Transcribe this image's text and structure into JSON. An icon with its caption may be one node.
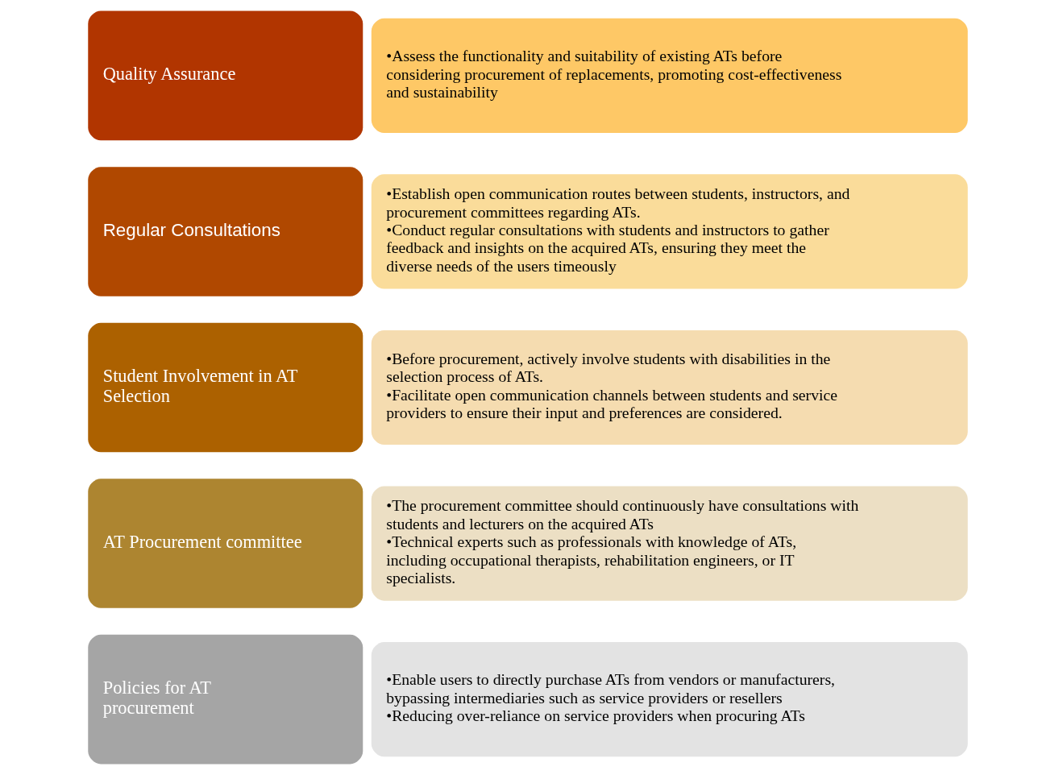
{
  "diagram": {
    "nodes": [
      {
        "text": [
          "Policies for AT procurement"
        ]
      },
      {
        "text": [
          "•Enable users to directly purchase ATs from vendors or manufacturers, bypassing intermediaries such as service providers or resellers",
          "•Reducing over-reliance on service providers when procuring ATs"
        ]
      },
      {
        "text": [
          "AT Procurement committee"
        ]
      },
      {
        "text": [
          "•The procurement committee should continuously have consultations with students and lecturers on the acquired ATs",
          "•Technical experts such as professionals with knowledge of ATs, including occupational therapists, rehabilitation engineers, or IT specialists."
        ]
      },
      {
        "text": [
          "Student Involvement in AT Selection"
        ]
      },
      {
        "text": [
          "•Before procurement, actively involve students with disabilities in the selection process of ATs.",
          "•Facilitate open communication channels between students and service providers to ensure their input and preferences are considered."
        ]
      },
      {
        "text": [
          "Regular Consultations"
        ]
      },
      {
        "text": [
          "•Establish open communication routes between students, instructors, and procurement committees regarding ATs.",
          "•Conduct regular consultations with students and instructors to gather feedback and insights on the acquired ATs, ensuring they meet the diverse needs of the users timeously"
        ]
      },
      {
        "text": [
          "Quality Assurance"
        ]
      },
      {
        "text": [
          "•Assess the functionality and suitability of existing ATs before considering procurement of replacements, promoting cost-effectiveness and sustainability"
        ]
      }
    ]
  }
}
